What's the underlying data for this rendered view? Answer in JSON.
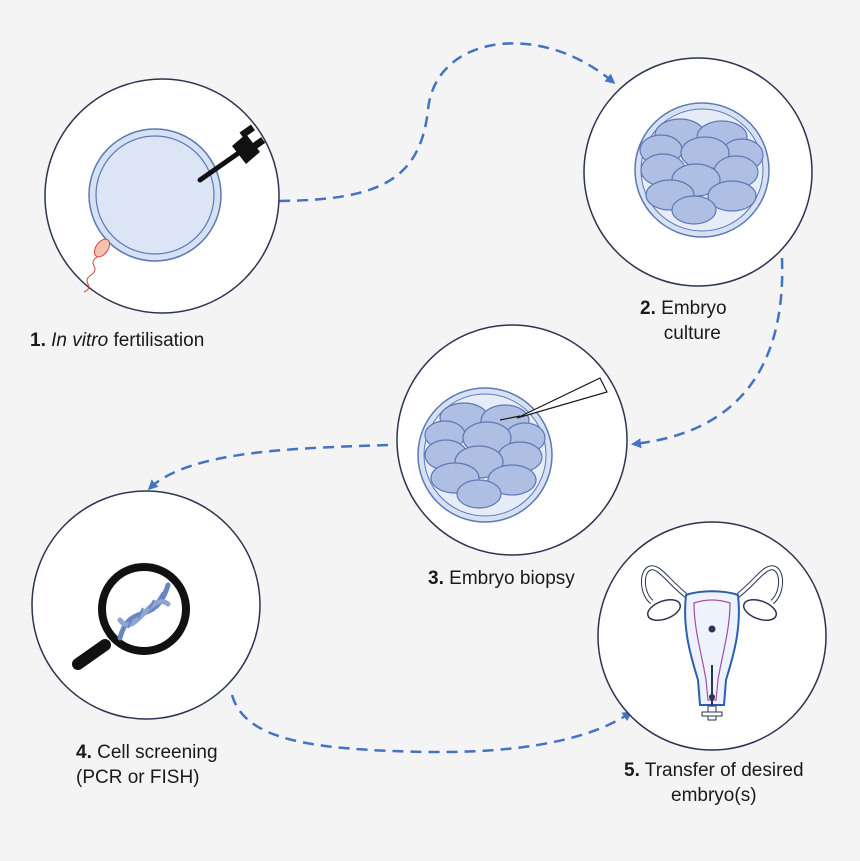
{
  "steps": [
    {
      "num": "1.",
      "label_italic": "In vitro",
      "label_rest": " fertilisation"
    },
    {
      "num": "2.",
      "line1": "Embryo",
      "line2": "culture"
    },
    {
      "num": "3.",
      "label": "Embryo biopsy"
    },
    {
      "num": "4.",
      "line1": "Cell screening",
      "line2": "(PCR or FISH)"
    },
    {
      "num": "5.",
      "line1": "Transfer of desired",
      "line2": "embryo(s)"
    }
  ],
  "colors": {
    "background": "#f4f4f4",
    "circle_stroke": "#2b3550",
    "arrow": "#4472c4",
    "cell_fill": "#aebfe3",
    "cell_stroke": "#5d78b4",
    "zona_fill": "#d7e1f4",
    "sperm": "#d6443c"
  }
}
